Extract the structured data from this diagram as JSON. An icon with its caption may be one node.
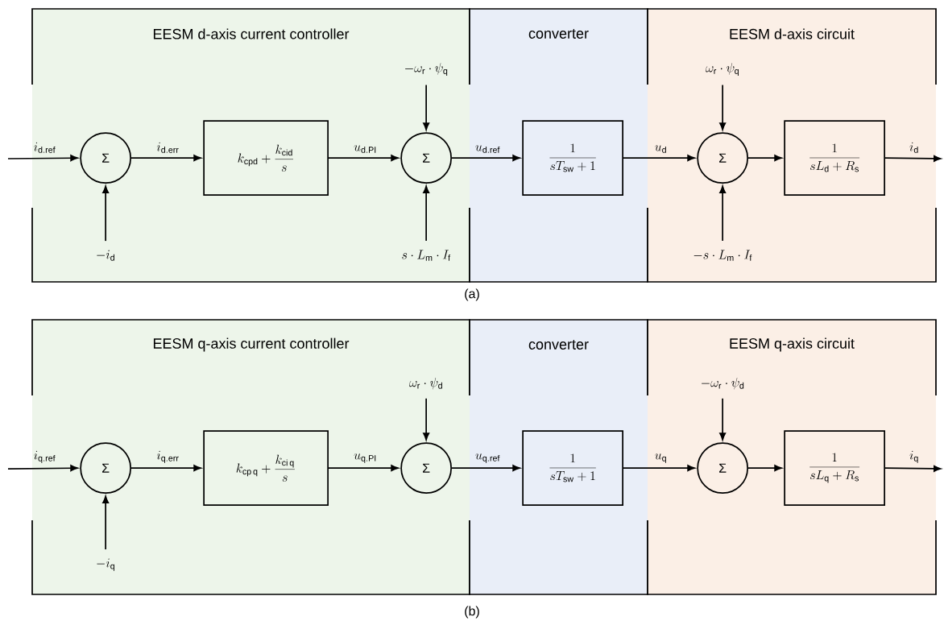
{
  "diagram": {
    "nodes": [
      {
        "text": [
          "EESM d-axis current controller"
        ]
      },
      {
        "text": [
          "converter"
        ]
      },
      {
        "text": [
          "EESM d-axis circuit"
        ]
      },
      {
        "text": [
          "Σ"
        ],
        "in": 0
      },
      {
        "text": [
          "-i_\\mathrm{d}"
        ],
        "in": 0
      },
      {
        "text": [
          "k_\\mathrm{cpd}+\\frac{k_\\mathrm{cid}}{s}"
        ],
        "in": 0
      },
      {
        "text": [
          "-\\omega_\\mathrm{r}\\cdot\\psi_\\mathrm{q}"
        ],
        "in": 0
      },
      {
        "text": [
          "Σ"
        ],
        "in": 0
      },
      {
        "text": [
          "s\\cdot L_\\mathrm{m}\\cdot I_\\mathrm{f}"
        ],
        "in": 0
      },
      {
        "text": [
          "\\frac{1}{sT_\\mathrm{sw}+1}"
        ],
        "in": 1
      },
      {
        "text": [
          "\\omega_\\mathrm{r}\\cdot\\psi_\\mathrm{q}"
        ],
        "in": 2
      },
      {
        "text": [
          "Σ"
        ],
        "in": 2
      },
      {
        "text": [
          "-s\\cdot L_\\mathrm{m}\\cdot I_\\mathrm{f}"
        ],
        "in": 2
      },
      {
        "text": [
          "\\frac{1}{sL_\\mathrm{d}+R_\\mathrm{s}}"
        ],
        "in": 2
      },
      {
        "text": [
          "EESM q-axis current controller"
        ]
      },
      {
        "text": [
          "converter"
        ]
      },
      {
        "text": [
          "EESM q-axis circuit"
        ]
      },
      {
        "text": [
          "Σ"
        ],
        "in": 14
      },
      {
        "text": [
          "-i_\\mathrm{q}"
        ],
        "in": 14
      },
      {
        "text": [
          "k_\\mathrm{cp\\,q}+\\frac{k_\\mathrm{ci\\,q}}{s}"
        ],
        "in": 14
      },
      {
        "text": [
          "\\omega_\\mathrm{r}\\cdot\\psi_\\mathrm{d}"
        ],
        "in": 14
      },
      {
        "text": [
          "Σ"
        ],
        "in": 14
      },
      {
        "text": [
          "\\frac{1}{sT_\\mathrm{sw}+1}"
        ],
        "in": 15
      },
      {
        "text": [
          "-\\omega_\\mathrm{r}\\cdot\\psi_\\mathrm{d}"
        ],
        "in": 16
      },
      {
        "text": [
          "Σ"
        ],
        "in": 16
      },
      {
        "text": [
          "\\frac{1}{sL_\\mathrm{q}+R_\\mathrm{s}}"
        ],
        "in": 16
      }
    ],
    "edges": [
      {
        "from": null,
        "to": 3,
        "arrow": "to",
        "label": "i_\\mathrm{d.ref}"
      },
      {
        "from": 4,
        "to": 3,
        "arrow": "to"
      },
      {
        "from": 3,
        "to": 5,
        "arrow": "to",
        "label": "i_\\mathrm{d.err}"
      },
      {
        "from": 5,
        "to": 7,
        "arrow": "to",
        "label": "u_\\mathrm{d.PI}"
      },
      {
        "from": 6,
        "to": 7,
        "arrow": "to"
      },
      {
        "from": 8,
        "to": 7,
        "arrow": "to"
      },
      {
        "from": 7,
        "to": 9,
        "arrow": "to",
        "label": "u_\\mathrm{d.ref}"
      },
      {
        "from": 9,
        "to": 11,
        "arrow": "to",
        "label": "u_\\mathrm{d}"
      },
      {
        "from": 10,
        "to": 11,
        "arrow": "to"
      },
      {
        "from": 12,
        "to": 11,
        "arrow": "to"
      },
      {
        "from": 11,
        "to": 13,
        "arrow": "to"
      },
      {
        "from": 13,
        "to": null,
        "arrow": "to",
        "label": "i_\\mathrm{d}"
      },
      {
        "from": null,
        "to": 17,
        "arrow": "to",
        "label": "i_\\mathrm{q.ref}"
      },
      {
        "from": 18,
        "to": 17,
        "arrow": "to"
      },
      {
        "from": 17,
        "to": 19,
        "arrow": "to",
        "label": "i_\\mathrm{q.err}"
      },
      {
        "from": 19,
        "to": 21,
        "arrow": "to",
        "label": "u_\\mathrm{q.PI}"
      },
      {
        "from": 20,
        "to": 21,
        "arrow": "to"
      },
      {
        "from": 21,
        "to": 22,
        "arrow": "to",
        "label": "u_\\mathrm{q.ref}"
      },
      {
        "from": 22,
        "to": 24,
        "arrow": "to",
        "label": "u_\\mathrm{q}"
      },
      {
        "from": 23,
        "to": 24,
        "arrow": "to"
      },
      {
        "from": 24,
        "to": 25,
        "arrow": "to"
      },
      {
        "from": 25,
        "to": null,
        "arrow": "to",
        "label": "i_\\mathrm{q}"
      }
    ],
    "labels": [
      "(a)",
      "(b)"
    ]
  }
}
